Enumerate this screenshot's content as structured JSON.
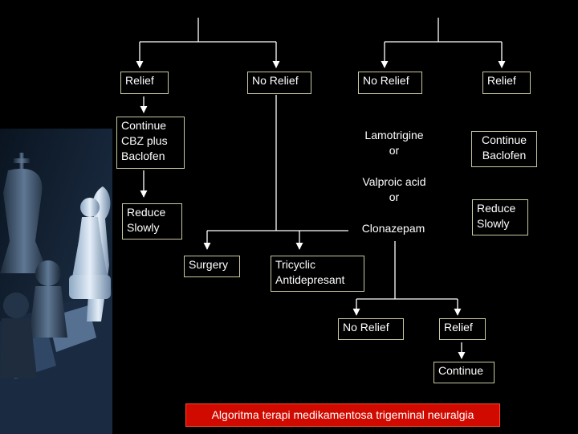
{
  "nodes": {
    "relief_left": "Relief",
    "no_relief_1": "No Relief",
    "no_relief_2": "No Relief",
    "relief_right": "Relief",
    "continue_cbz": "Continue\nCBZ plus\nBaclofen",
    "continue_baclofen": "Continue\nBaclofen",
    "lamotrigine": "Lamotrigine\nor",
    "valproic": "Valproic acid\nor",
    "clonazepam": "Clonazepam",
    "reduce_left": "Reduce\nSlowly",
    "reduce_right": "Reduce\nSlowly",
    "surgery": "Surgery",
    "tricyclic": "Tricyclic\nAntidepresant",
    "no_relief_3": "No Relief",
    "relief_3": "Relief",
    "continue_final": "Continue"
  },
  "caption": "Algoritma terapi medikamentosa trigeminal neuralgia",
  "colors": {
    "background": "#000000",
    "node_border": "#c8c8a0",
    "connector": "#ffffff",
    "caption_fill": "#d10a00",
    "caption_border": "#ff4a2a"
  }
}
